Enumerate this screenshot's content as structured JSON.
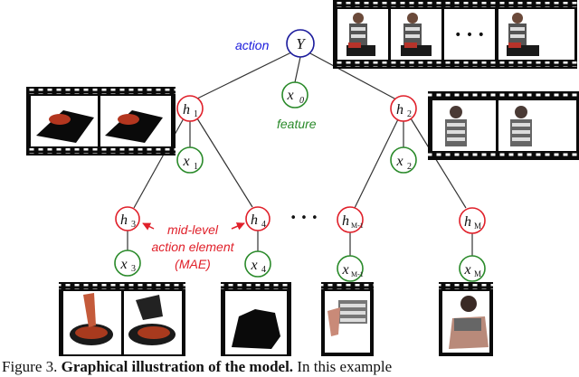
{
  "annotations": {
    "action": "action",
    "feature": "feature",
    "mae_line1": "mid-level",
    "mae_line2": "action element",
    "mae_line3": "(MAE)",
    "ellipsis_mid": "• • •",
    "ellipsis_film": "• • •"
  },
  "nodes": {
    "Y": {
      "main": "Y",
      "sub": ""
    },
    "x0": {
      "main": "x",
      "sub": "0"
    },
    "h1": {
      "main": "h",
      "sub": "1"
    },
    "x1": {
      "main": "x",
      "sub": "1"
    },
    "h2": {
      "main": "h",
      "sub": "2"
    },
    "x2": {
      "main": "x",
      "sub": "2"
    },
    "h3": {
      "main": "h",
      "sub": "3"
    },
    "x3": {
      "main": "x",
      "sub": "3"
    },
    "h4": {
      "main": "h",
      "sub": "4"
    },
    "x4": {
      "main": "x",
      "sub": "4"
    },
    "hM1": {
      "main": "h",
      "sub": "M-1"
    },
    "xM1": {
      "main": "x",
      "sub": "M-1"
    },
    "hM": {
      "main": "h",
      "sub": "M"
    },
    "xM": {
      "main": "x",
      "sub": "M"
    }
  },
  "caption": {
    "figure": "Figure 3. ",
    "bold": "Graphical illustration of the model.",
    "rest": " In this example"
  },
  "colors": {
    "action_blue": "#1a1adc",
    "latent_red": "#e0202a",
    "feature_green": "#2a8a2a",
    "edge_gray": "#333333",
    "film": "#0a0a0a"
  }
}
